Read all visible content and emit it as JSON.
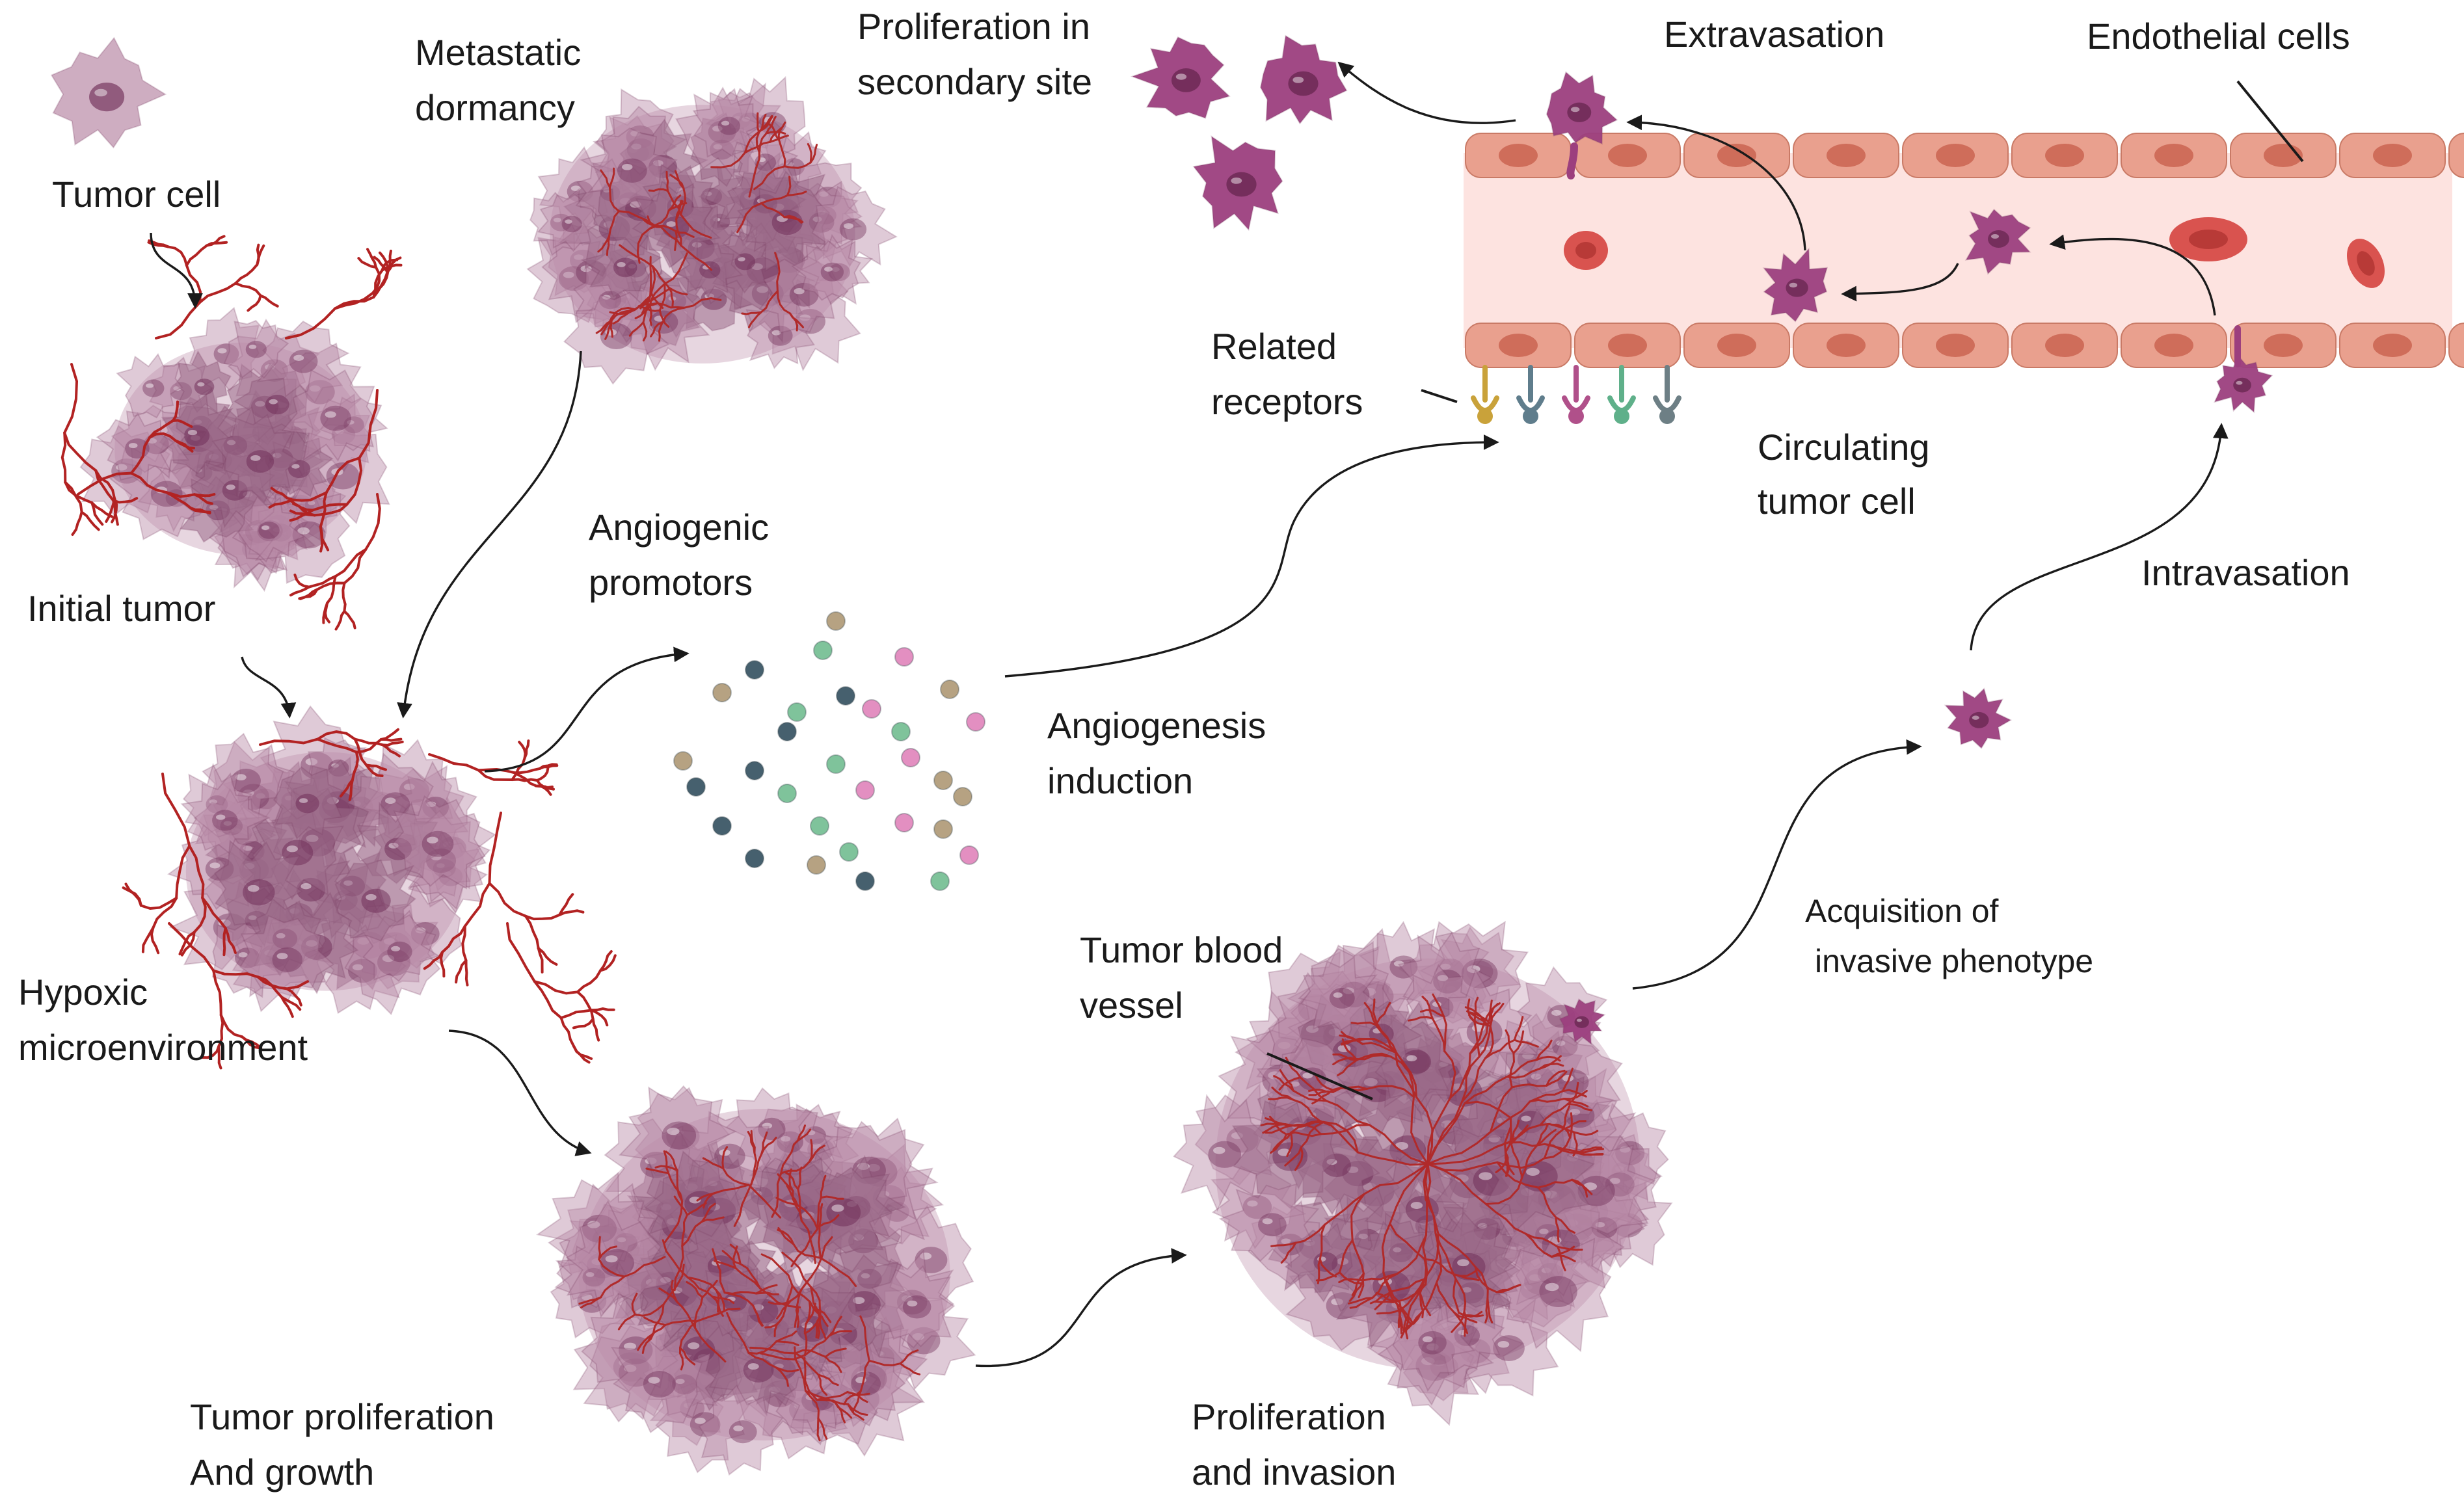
{
  "labels": {
    "tumor_cell": "Tumor cell",
    "initial_tumor": "Initial tumor",
    "hypoxic_1": "Hypoxic",
    "hypoxic_2": "microenvironment",
    "metastatic_1": "Metastatic",
    "metastatic_2": "dormancy",
    "angiogenic_1": "Angiogenic",
    "angiogenic_2": "promotors",
    "angiogenesis_1": "Angiogenesis",
    "angiogenesis_2": "induction",
    "related_1": "Related",
    "related_2": "receptors",
    "prolif_secondary_1": "Proliferation in",
    "prolif_secondary_2": "secondary site",
    "extravasation": "Extravasation",
    "endothelial": "Endothelial cells",
    "circulating_1": "Circulating",
    "circulating_2": "tumor cell",
    "intravasation": "Intravasation",
    "acquisition_1": "Acquisition of",
    "acquisition_2": "invasive phenotype",
    "blood_vessel_1": "Tumor blood",
    "blood_vessel_2": "vessel",
    "tumor_prolif_1": "Tumor proliferation",
    "tumor_prolif_2": "And growth",
    "prolif_invasion_1": "Proliferation",
    "prolif_invasion_2": "and invasion"
  },
  "colors": {
    "tumor_fill": "#b98aa6",
    "tumor_dark": "#7a3f63",
    "tumor_cell_bright": "#9c3f7e",
    "nucleus": "#6e2a55",
    "vessel_red": "#b22222",
    "lumen": "#fde3e0",
    "endothelial": "#e9a08e",
    "endothelial_nucleus": "#cf6d5a",
    "rbc": "#d9534f",
    "arrow": "#1a1a1a"
  },
  "receptor_colors": [
    "#c9a23a",
    "#5f7d8c",
    "#b0508a",
    "#5fb08a",
    "#6d7f85"
  ],
  "promotor_colors": [
    "#b6a282",
    "#46606e",
    "#7fc39b",
    "#e38fc1"
  ]
}
